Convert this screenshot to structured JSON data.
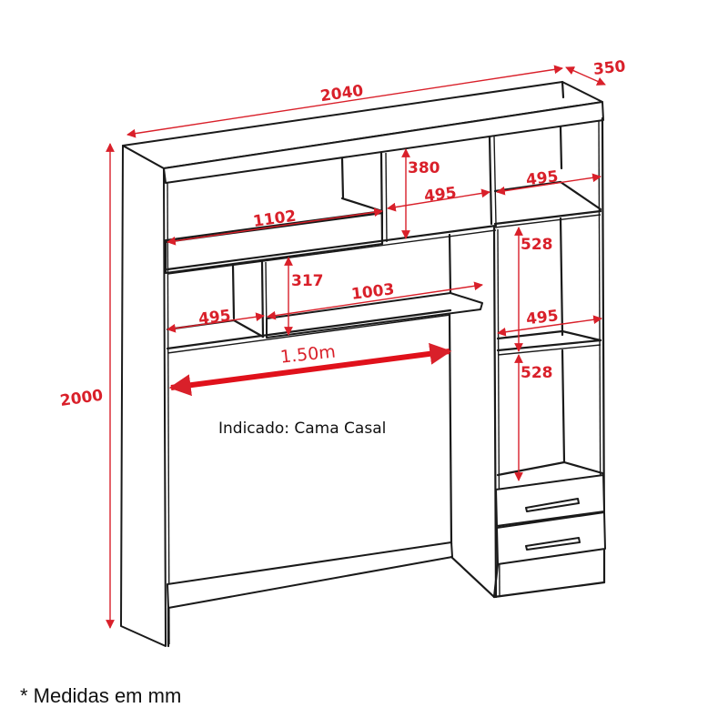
{
  "diagram": {
    "subject": "Bedroom headboard wardrobe module (front view, line drawing)",
    "colors": {
      "lines": "#1a1a1a",
      "dimensions": "#d9202a",
      "background": "#ffffff"
    }
  },
  "dimensions": {
    "total_width": "2040",
    "depth": "350",
    "total_height": "2000",
    "top_left_niche_width": "1102",
    "top_middle_niche_height": "380",
    "top_middle_niche_width": "495",
    "top_right_niche_width": "495",
    "right_column_upper_height": "528",
    "right_column_middle_width": "495",
    "right_column_lower_height": "528",
    "middle_left_niche_width": "495",
    "middle_shelf_height": "317",
    "middle_shelf_width": "1003",
    "bed_width": "1.50m"
  },
  "labels": {
    "recommended_bed": "Indicado: Cama Casal",
    "units_note": "* Medidas em mm"
  }
}
